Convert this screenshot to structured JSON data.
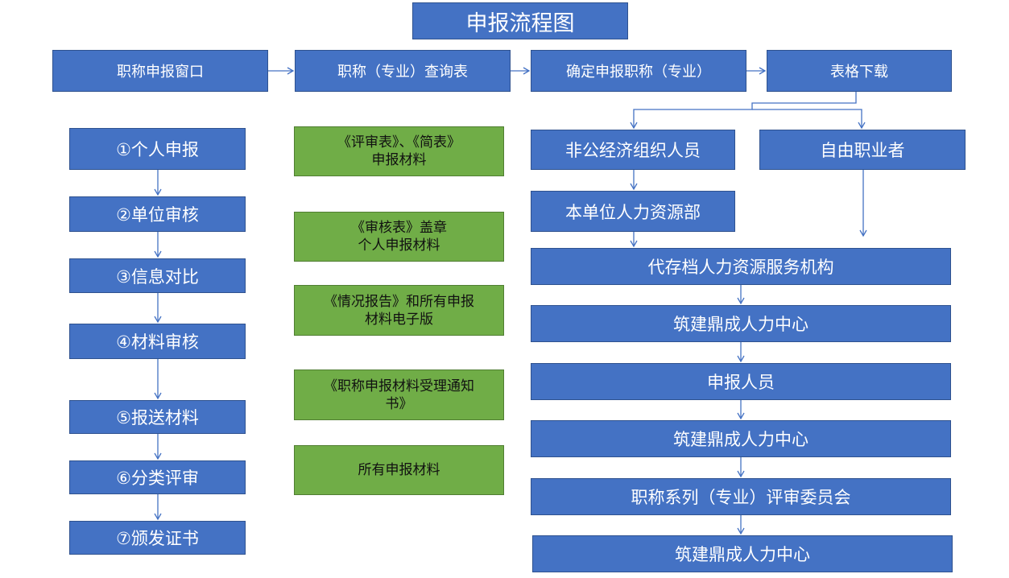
{
  "title": "申报流程图",
  "top_row": [
    "职称申报窗口",
    "职称（专业）查询表",
    "确定申报职称（专业）",
    "表格下载"
  ],
  "steps": [
    "①个人申报",
    "②单位审核",
    "③信息对比",
    "④材料审核",
    "⑤报送材料",
    "⑥分类评审",
    "⑦颁发证书"
  ],
  "materials": [
    [
      "《评审表》、《简表》",
      "申报材料"
    ],
    [
      "《审核表》盖章",
      "个人申报材料"
    ],
    [
      "《情况报告》和所有申报",
      "材料电子版"
    ],
    [
      "《职称申报材料受理通知",
      "书》"
    ],
    [
      "所有申报材料"
    ]
  ],
  "branches": {
    "non_public": "非公经济组织人员",
    "freelancer": "自由职业者",
    "hr_dept": "本单位人力资源部"
  },
  "flow": [
    "代存档人力资源服务机构",
    "筑建鼎成人力中心",
    "申报人员",
    "筑建鼎成人力中心",
    "职称系列（专业）评审委员会",
    "筑建鼎成人力中心"
  ],
  "colors": {
    "box_blue": "#4472c4",
    "box_green": "#70ad47",
    "connector": "#4472c4"
  }
}
